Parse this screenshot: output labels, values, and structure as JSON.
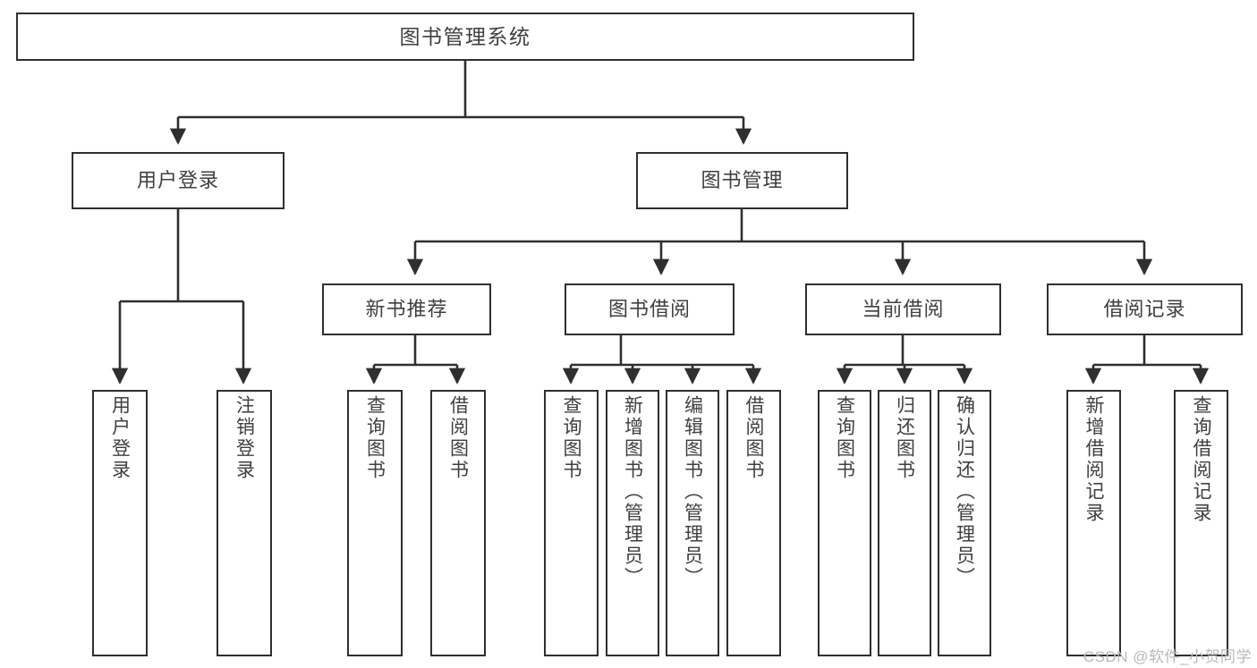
{
  "diagram": {
    "title": "图书管理系统",
    "type": "tree",
    "stroke_color": "#2f2f2f",
    "text_color": "#3f3f3f",
    "background_color": "#ffffff",
    "watermark": "CSDN @软件_小贺同学"
  },
  "nodes": {
    "root": {
      "label": "图书管理系统"
    },
    "level1": [
      {
        "id": "user-login",
        "label": "用户登录"
      },
      {
        "id": "book-manage",
        "label": "图书管理"
      }
    ],
    "level2": [
      {
        "id": "new-book-recommend",
        "label": "新书推荐"
      },
      {
        "id": "book-borrow",
        "label": "图书借阅"
      },
      {
        "id": "current-borrow",
        "label": "当前借阅"
      },
      {
        "id": "borrow-record",
        "label": "借阅记录"
      }
    ],
    "leaves": {
      "user_login": [
        {
          "id": "leaf-user-login",
          "label": "用户登录"
        },
        {
          "id": "leaf-logout",
          "label": "注销登录"
        }
      ],
      "new_book_recommend": [
        {
          "id": "leaf-query-book-1",
          "label": "查询图书"
        },
        {
          "id": "leaf-borrow-book-1",
          "label": "借阅图书"
        }
      ],
      "book_borrow": [
        {
          "id": "leaf-query-book-2",
          "label": "查询图书"
        },
        {
          "id": "leaf-add-book",
          "label": "新增图书（管理员）"
        },
        {
          "id": "leaf-edit-book",
          "label": "编辑图书（管理员）"
        },
        {
          "id": "leaf-borrow-book-2",
          "label": "借阅图书"
        }
      ],
      "current_borrow": [
        {
          "id": "leaf-query-book-3",
          "label": "查询图书"
        },
        {
          "id": "leaf-return-book",
          "label": "归还图书"
        },
        {
          "id": "leaf-confirm-return",
          "label": "确认归还（管理员）"
        }
      ],
      "borrow_record": [
        {
          "id": "leaf-add-record",
          "label": "新增借阅记录"
        },
        {
          "id": "leaf-query-record",
          "label": "查询借阅记录"
        }
      ]
    }
  }
}
